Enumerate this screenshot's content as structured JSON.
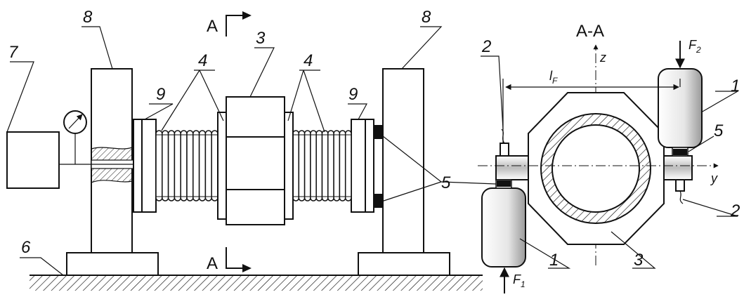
{
  "figure": {
    "left_view": {
      "callouts": [
        {
          "id": "7",
          "label": "7"
        },
        {
          "id": "8a",
          "label": "8"
        },
        {
          "id": "9a",
          "label": "9"
        },
        {
          "id": "4a",
          "label": "4"
        },
        {
          "id": "3",
          "label": "3"
        },
        {
          "id": "4b",
          "label": "4"
        },
        {
          "id": "9b",
          "label": "9"
        },
        {
          "id": "8b",
          "label": "8"
        },
        {
          "id": "5",
          "label": "5"
        },
        {
          "id": "6",
          "label": "6"
        }
      ],
      "section_marker_top": "A",
      "section_marker_bottom": "A"
    },
    "section_view": {
      "title": "A-A",
      "axis_z": "z",
      "axis_y": "y",
      "dimension_label": "l",
      "dimension_sub": "F",
      "force_1": {
        "label": "F",
        "sub": "1"
      },
      "force_2": {
        "label": "F",
        "sub": "2"
      },
      "callouts": [
        {
          "id": "2a",
          "label": "2"
        },
        {
          "id": "1a",
          "label": "1"
        },
        {
          "id": "5",
          "label": "5"
        },
        {
          "id": "2b",
          "label": "2"
        },
        {
          "id": "1b",
          "label": "1"
        },
        {
          "id": "3",
          "label": "3"
        }
      ]
    }
  },
  "colors": {
    "line": "#111111",
    "shading": "#cfcfcf",
    "cylinder_light": "#ffffff",
    "cylinder_dark": "#9a9a9a"
  }
}
